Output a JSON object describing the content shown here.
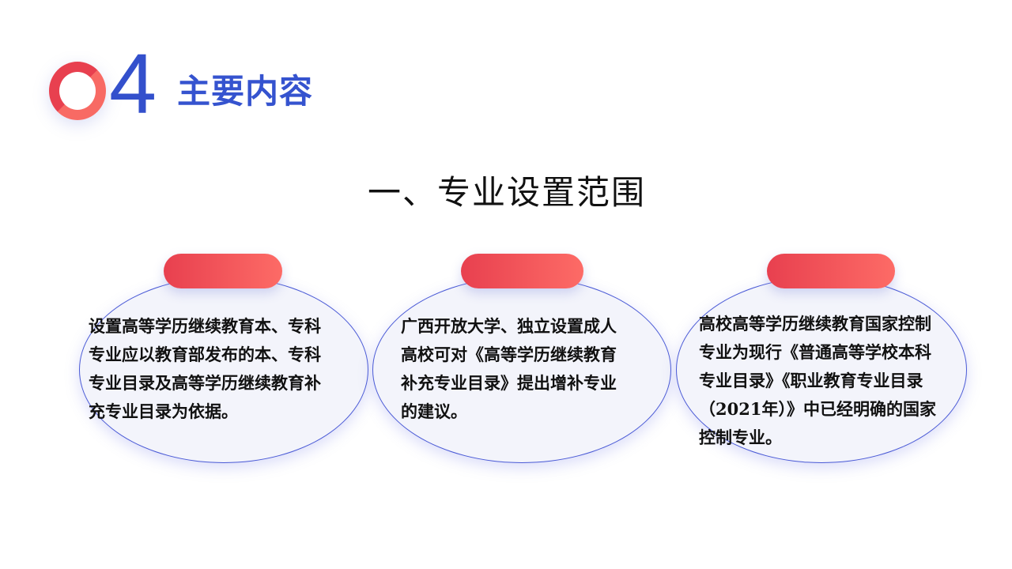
{
  "header": {
    "number": "4",
    "title": "主要内容"
  },
  "subtitle": "一、专业设置范围",
  "cards": [
    {
      "lines": [
        "设置高等学历继续教育本、专科",
        "专业应以教育部发布的本、专科",
        "专业目录及高等学历继续教育补",
        "充专业目录为依据。"
      ]
    },
    {
      "lines": [
        "广西开放大学、独立设置成人",
        "高校可对《高等学历继续教育",
        "补充专业目录》提出增补专业",
        "的建议。"
      ]
    },
    {
      "lines": [
        "高校高等学历继续教育国家控制",
        "专业为现行《普通高等学校本科",
        "专业目录》《职业教育专业目录",
        "（2021年）》中已经明确的国家",
        "控制专业。"
      ]
    }
  ]
}
